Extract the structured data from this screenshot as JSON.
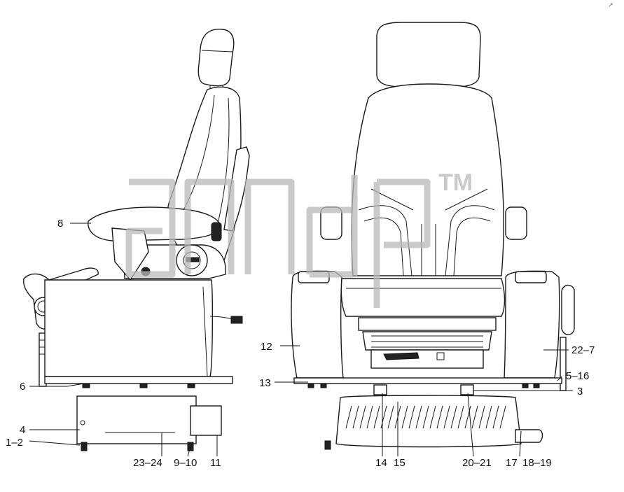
{
  "watermark": {
    "mark": "TM"
  },
  "corner_mark": "↗",
  "callouts": [
    {
      "id": "c8",
      "label": "8"
    },
    {
      "id": "c6",
      "label": "6"
    },
    {
      "id": "c4",
      "label": "4"
    },
    {
      "id": "c1-2",
      "label": "1–2"
    },
    {
      "id": "c23-24",
      "label": "23–24"
    },
    {
      "id": "c9-10",
      "label": "9–10"
    },
    {
      "id": "c11",
      "label": "11"
    },
    {
      "id": "c12",
      "label": "12"
    },
    {
      "id": "c13",
      "label": "13"
    },
    {
      "id": "c22-7",
      "label": "22–7"
    },
    {
      "id": "c5-16",
      "label": "5–16"
    },
    {
      "id": "c3",
      "label": "3"
    },
    {
      "id": "c14",
      "label": "14"
    },
    {
      "id": "c15",
      "label": "15"
    },
    {
      "id": "c20-21",
      "label": "20–21"
    },
    {
      "id": "c17",
      "label": "17"
    },
    {
      "id": "c18-19",
      "label": "18–19"
    }
  ]
}
